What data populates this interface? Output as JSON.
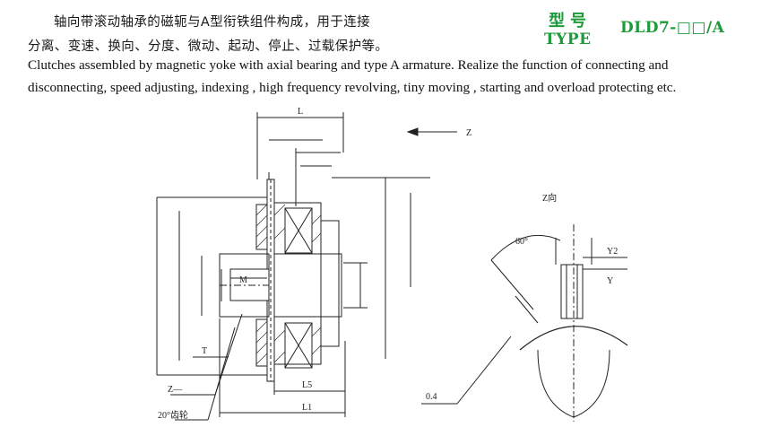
{
  "description": {
    "cn_line1": "轴向带滚动轴承的磁轭与A型衔铁组件构成，用于连接",
    "cn_line2": "分离、变速、换向、分度、微动、起动、停止、过载保护等。",
    "en_line1": "Clutches assembled by magnetic yoke with axial bearing and type A armature. Realize the function of connecting and",
    "en_line2": "disconnecting, speed adjusting, indexing , high frequency revolving, tiny moving , starting and overload protecting etc."
  },
  "type_block": {
    "label_cn": "型号",
    "label_en": "TYPE",
    "model": "DLD7-□□/A",
    "color": "#1d9a3a"
  },
  "drawing": {
    "labels": {
      "L": "L",
      "Z": "Z",
      "M": "M",
      "L1": "L1",
      "L5": "L5",
      "T": "T",
      "Y": "Y",
      "Y2": "Y2",
      "Z_left": "Z—",
      "tooth_note": "20°齿轮",
      "detail_title": "Z向",
      "sixty": "60°",
      "Ra": "0.4"
    }
  }
}
